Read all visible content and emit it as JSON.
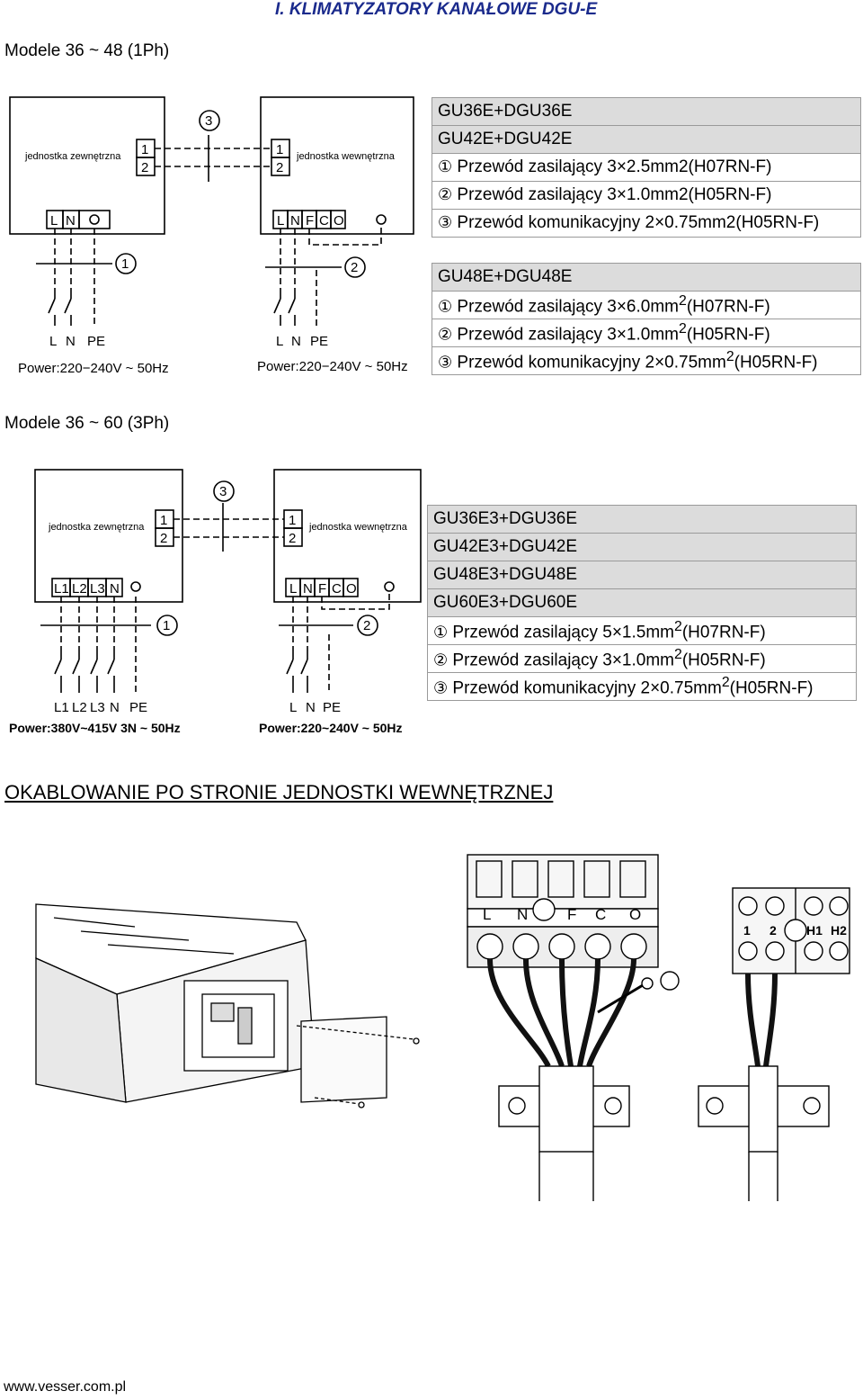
{
  "header_title": "I. KLIMATYZATORY KANAŁOWE DGU-E",
  "section_1ph": "Modele 36 ~ 48 (1Ph)",
  "section_3ph": "Modele 36 ~ 60 (3Ph)",
  "indoor_heading": "OKABLOWANIE PO STRONIE JEDNOSTKI WEWNĘTRZNEJ",
  "footer_url": "www.vesser.com.pl",
  "diagram_labels": {
    "outdoor_unit": "jednostka zewnętrzna",
    "indoor_unit": "jednostka wewnętrzna",
    "comm_1": "1",
    "comm_2": "2",
    "marker_1": "1",
    "marker_2": "2",
    "marker_3": "3",
    "power_1ph": "Power:220−240V ~ 50Hz",
    "power_3ph": "Power:380V~415V 3N ~ 50Hz",
    "power_indoor_3ph_diag": "Power:220~240V ~ 50Hz",
    "supply_1ph": [
      "L",
      "N",
      "PE"
    ],
    "supply_3ph": [
      "L1",
      "L2",
      "L3",
      "N",
      "PE"
    ],
    "terminals_outdoor_1ph": [
      "L",
      "N"
    ],
    "terminals_outdoor_3ph": [
      "L1",
      "L2",
      "L3",
      "N"
    ],
    "terminals_indoor": [
      "L",
      "N",
      "F",
      "C",
      "O"
    ]
  },
  "table_1ph_a": {
    "models": [
      "GU36E+DGU36E",
      "GU42E+DGU42E"
    ],
    "cables": [
      {
        "num": "①",
        "text": "Przewód zasilający 3×2.5mm2(H07RN-F)"
      },
      {
        "num": "②",
        "text": "Przewód zasilający 3×1.0mm2(H05RN-F)"
      },
      {
        "num": "③",
        "text": "Przewód komunikacyjny 2×0.75mm2(H05RN-F)"
      }
    ]
  },
  "table_1ph_b": {
    "models": [
      "GU48E+DGU48E"
    ],
    "cables": [
      {
        "num": "①",
        "pre": "Przewód zasilający 3×6.0mm",
        "sup": "2",
        "post": "(H07RN-F)"
      },
      {
        "num": "②",
        "pre": "Przewód zasilający 3×1.0mm",
        "sup": "2",
        "post": "(H05RN-F)"
      },
      {
        "num": "③",
        "pre": "Przewód komunikacyjny 2×0.75mm",
        "sup": "2",
        "post": "(H05RN-F)"
      }
    ]
  },
  "table_3ph": {
    "models": [
      "GU36E3+DGU36E",
      "GU42E3+DGU42E",
      "GU48E3+DGU48E",
      "GU60E3+DGU60E"
    ],
    "cables": [
      {
        "num": "①",
        "pre": "Przewód zasilający 5×1.5mm",
        "sup": "2",
        "post": "(H07RN-F)"
      },
      {
        "num": "②",
        "pre": "Przewód zasilający 3×1.0mm",
        "sup": "2",
        "post": "(H05RN-F)"
      },
      {
        "num": "③",
        "pre": "Przewód komunikacyjny 2×0.75mm",
        "sup": "2",
        "post": "(H05RN-F)"
      }
    ]
  },
  "indoor_terminals_main": [
    "L",
    "N",
    "F",
    "C",
    "O"
  ],
  "indoor_terminals_aux": [
    "1",
    "2",
    "H1",
    "H2"
  ]
}
